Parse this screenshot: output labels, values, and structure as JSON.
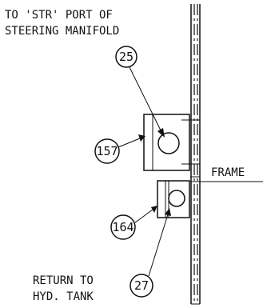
{
  "labels": {
    "top_line1": "TO 'STR' PORT OF",
    "top_line2": "STEERING MANIFOLD",
    "frame": "FRAME",
    "bottom_line1": "RETURN TO",
    "bottom_line2": "HYD. TANK"
  },
  "callouts": {
    "c25": "25",
    "c157": "157",
    "c164": "164",
    "c27": "27"
  },
  "colors": {
    "ink": "#111111",
    "paper": "#ffffff"
  }
}
